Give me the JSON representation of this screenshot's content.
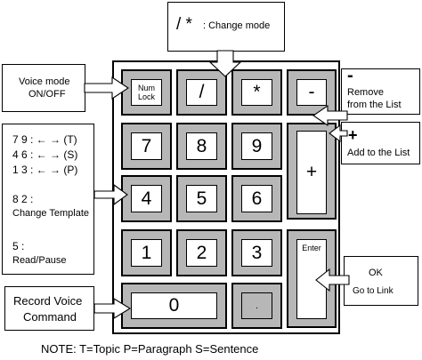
{
  "keys": {
    "num_lock": [
      "Num",
      "Lock"
    ],
    "slash": "/",
    "star": "*",
    "minus": "-",
    "seven": "7",
    "eight": "8",
    "nine": "9",
    "plus": "+",
    "four": "4",
    "five": "5",
    "six": "6",
    "one": "1",
    "two": "2",
    "three": "3",
    "enter": "Enter",
    "zero": "0",
    "dot": "."
  },
  "callouts": {
    "change_mode": {
      "symbols": "/ *",
      "text": ": Change mode"
    },
    "voice_mode": [
      "Voice mode",
      "ON/OFF"
    ],
    "remove": {
      "symbol": "-",
      "lines": [
        "Remove",
        "from the List"
      ]
    },
    "add": {
      "symbol": "+",
      "text": "Add to the List"
    },
    "left_panel": {
      "l1": "7 9 : ← → (T)",
      "l2": "4 6 : ← → (S)",
      "l3": "1 3 : ← → (P)",
      "l4": "8 2 :",
      "l5": "Change Template",
      "l6": "5 :",
      "l7": "Read/Pause"
    },
    "ok": [
      "OK",
      "Go to Link"
    ],
    "record": [
      "Record Voice",
      "Command"
    ]
  },
  "note": "NOTE: T=Topic P=Paragraph S=Sentence"
}
